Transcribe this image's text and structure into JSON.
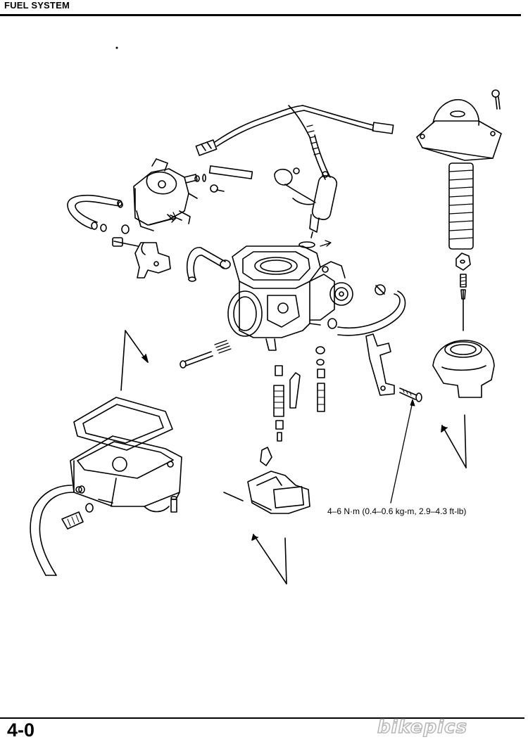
{
  "header": {
    "title": "FUEL SYSTEM"
  },
  "annotations": {
    "torque_spec": "4–6 N·m (0.4–0.6 kg-m, 2.9–4.3 ft-lb)"
  },
  "footer": {
    "page_number": "4-0",
    "watermark": "bikepics"
  },
  "colors": {
    "ink": "#000000",
    "paper": "#ffffff",
    "watermark": "#b9b9b9"
  }
}
